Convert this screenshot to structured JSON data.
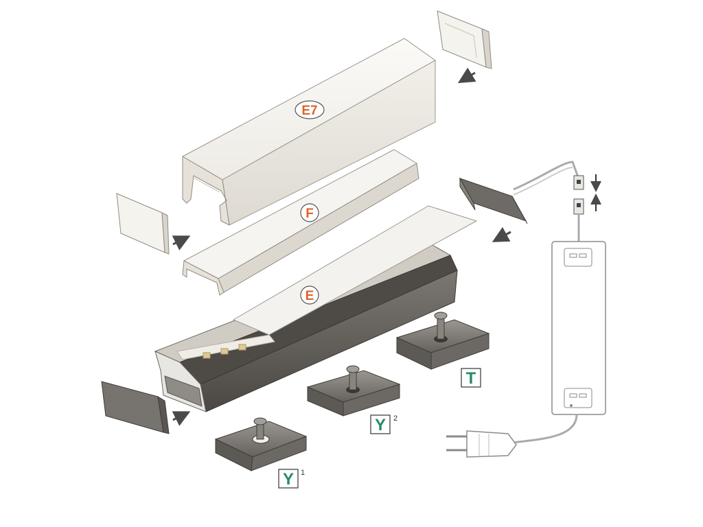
{
  "labels": {
    "diffuser_tall": "E7",
    "diffuser_flat": "F",
    "profile": "E",
    "clip_y1": "Y",
    "clip_y1_index": "1",
    "clip_y2": "Y",
    "clip_y2_index": "2",
    "clip_t": "T"
  },
  "colors": {
    "label_orange": "#e0622a",
    "label_green": "#2a8a68",
    "profile_grey": "#5e5a55",
    "diffuser_white": "#f3f1ec",
    "arrow_grey": "#4a4a4a"
  },
  "icons": [
    "insert-arrow-icon",
    "plug-icon",
    "power-supply-icon",
    "connector-icon",
    "screw-icon"
  ]
}
